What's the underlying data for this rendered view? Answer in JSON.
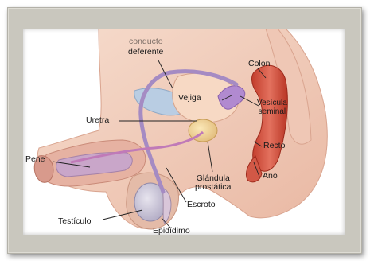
{
  "diagram": {
    "labels": {
      "conducto": "conducto",
      "deferente": "deferente",
      "colon": "Colon",
      "vejiga": "Vejiga",
      "vesicula": "Vesícula\nseminal",
      "uretra": "Uretra",
      "recto": "Recto",
      "pene": "Pene",
      "glandula": "Glándula\nprostática",
      "ano": "Ano",
      "escroto": "Escroto",
      "testiculo": "Testículo",
      "epididimo": "Epidídimo"
    }
  }
}
